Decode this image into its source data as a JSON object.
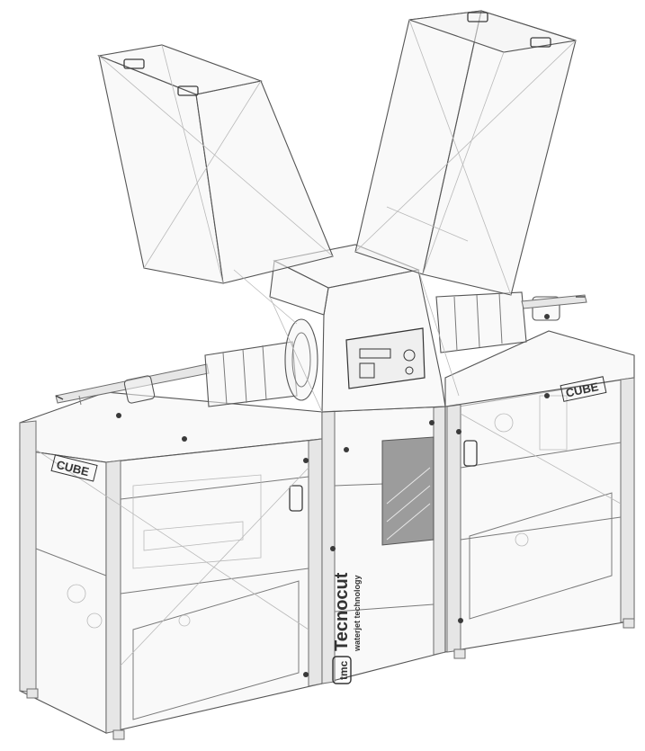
{
  "brand": {
    "mark": "CUBE",
    "company_badge": "tmc",
    "company_name": "Tecnocut",
    "tagline": "waterjet technology"
  },
  "colors": {
    "line": "#7a7a7a",
    "line_dark": "#3c3c3c",
    "frame": "#e6e6e6",
    "panel": "#9c9c9c",
    "background": "#ffffff"
  }
}
